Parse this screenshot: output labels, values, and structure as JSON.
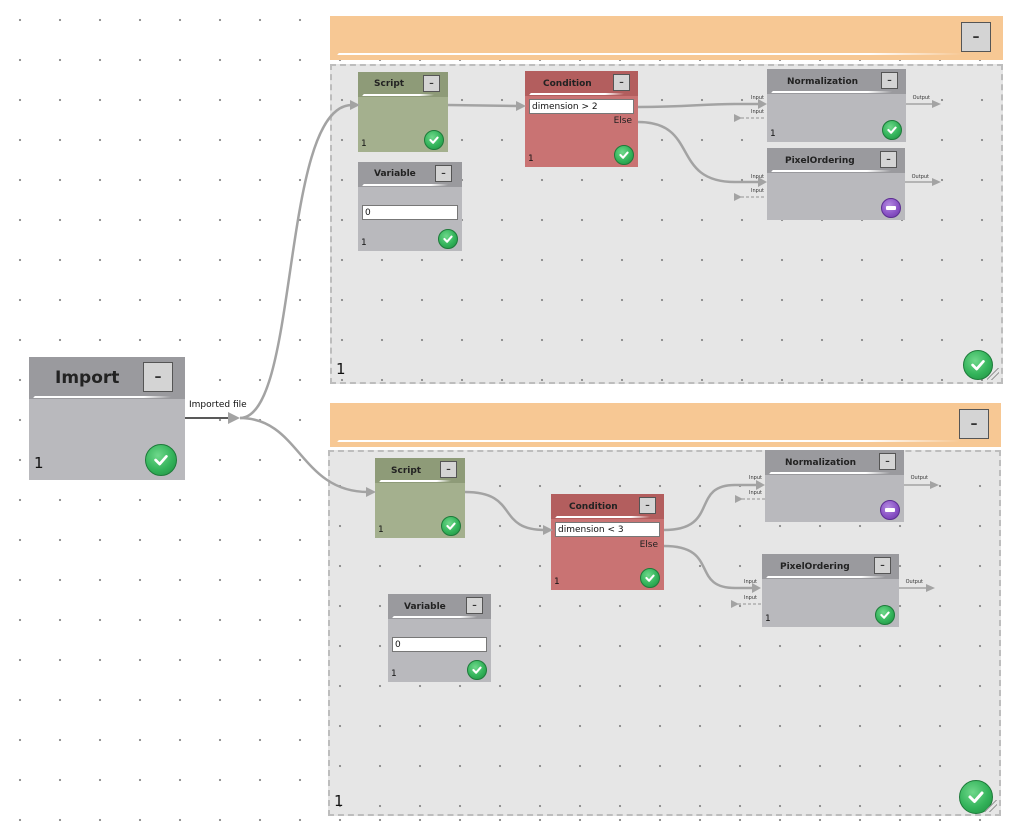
{
  "import_node": {
    "title": "Import",
    "minimize_label": "–",
    "count": "1",
    "output_label": "Imported file"
  },
  "group_top": {
    "minimize_label": "–",
    "count": "1",
    "script": {
      "title": "Script",
      "minimize_label": "–",
      "count": "1"
    },
    "variable": {
      "title": "Variable",
      "minimize_label": "–",
      "value": "0",
      "count": "1"
    },
    "condition": {
      "title": "Condition",
      "minimize_label": "–",
      "expression": "dimension > 2",
      "else_label": "Else",
      "count": "1"
    },
    "normalization": {
      "title": "Normalization",
      "minimize_label": "–",
      "input_label": "Input",
      "input2_label": "Input",
      "output_label": "Output",
      "count": "1",
      "status": "ok"
    },
    "pixel_ordering": {
      "title": "PixelOrdering",
      "minimize_label": "–",
      "input_label": "Input",
      "input2_label": "Input",
      "output_label": "Output",
      "status": "disabled"
    }
  },
  "group_bottom": {
    "minimize_label": "–",
    "count": "1",
    "script": {
      "title": "Script",
      "minimize_label": "–",
      "count": "1"
    },
    "variable": {
      "title": "Variable",
      "minimize_label": "–",
      "value": "0",
      "count": "1"
    },
    "condition": {
      "title": "Condition",
      "minimize_label": "–",
      "expression": "dimension < 3",
      "else_label": "Else",
      "count": "1"
    },
    "normalization": {
      "title": "Normalization",
      "minimize_label": "–",
      "input_label": "Input",
      "input2_label": "Input",
      "output_label": "Output",
      "status": "disabled"
    },
    "pixel_ordering": {
      "title": "PixelOrdering",
      "minimize_label": "–",
      "input_label": "Input",
      "input2_label": "Input",
      "output_label": "Output",
      "count": "1",
      "status": "ok"
    }
  },
  "colors": {
    "group_header": "#f7c894",
    "group_body": "#e6e6e6",
    "node_gray": "#b9b9bd",
    "node_gray_head": "#9a9a9e",
    "script_body": "#a4b08e",
    "script_head": "#8e9b78",
    "condition_body": "#c97373",
    "condition_head": "#b35e5e",
    "status_ok": "#33b35a",
    "status_disabled": "#8a53c6"
  },
  "icons": {
    "ok": "check-circle-icon",
    "disabled": "minus-circle-icon",
    "minimize": "minimize-icon",
    "resize": "resize-grip-icon"
  }
}
